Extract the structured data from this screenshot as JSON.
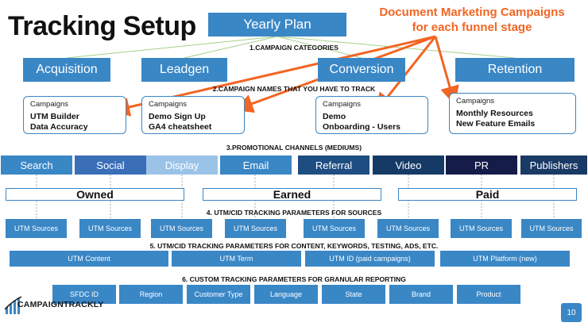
{
  "title": "Tracking Setup",
  "root": "Yearly Plan",
  "callout": {
    "line1": "Document Marketing Campaigns",
    "line2": "for each funnel stage"
  },
  "sections": {
    "s1": "1.CAMPAIGN CATEGORIES",
    "s2": "2.CAMPAIGN NAMES THAT YOU HAVE TO TRACK",
    "s3": "3.PROMOTIONAL CHANNELS (MEDIUMS)",
    "s4": "4. UTM/CID TRACKING PARAMETERS FOR SOURCES",
    "s5": "5. UTM/CID TRACKING PARAMETERS FOR CONTENT, KEYWORDS, TESTING, ADS, ETC.",
    "s6": "6. CUSTOM TRACKING PARAMETERS FOR GRANULAR REPORTING"
  },
  "categories": [
    "Acquisition",
    "Leadgen",
    "Conversion",
    "Retention"
  ],
  "campaign_label": "Campaigns",
  "campaigns": [
    [
      "UTM Builder",
      "Data Accuracy"
    ],
    [
      "Demo Sign Up",
      "GA4 cheatsheet"
    ],
    [
      "Demo",
      "Onboarding - Users"
    ],
    [
      "Monthly Resources",
      "New Feature Emails"
    ]
  ],
  "channels": [
    "Search",
    "Social",
    "Display",
    "Email",
    "Referral",
    "Video",
    "PR",
    "Publishers"
  ],
  "channel_colors": [
    "#3a87c6",
    "#3a6fb8",
    "#9bc3e8",
    "#3a87c6",
    "#1e4d82",
    "#163a66",
    "#151c4a",
    "#1a3a66"
  ],
  "groups": [
    "Owned",
    "Earned",
    "Paid"
  ],
  "source_label": "UTM Sources",
  "params": [
    "UTM Content",
    "UTM Term",
    "UTM ID (paid campaigns)",
    "UTM Platform (new)"
  ],
  "custom": [
    "SFDC ID",
    "Region",
    "Customer Type",
    "Language",
    "State",
    "Brand",
    "Product"
  ],
  "logo": "CAMPAIGNTRACKLY",
  "page_number": "10",
  "colors": {
    "primary": "#3a87c6",
    "accent": "#f26522"
  }
}
